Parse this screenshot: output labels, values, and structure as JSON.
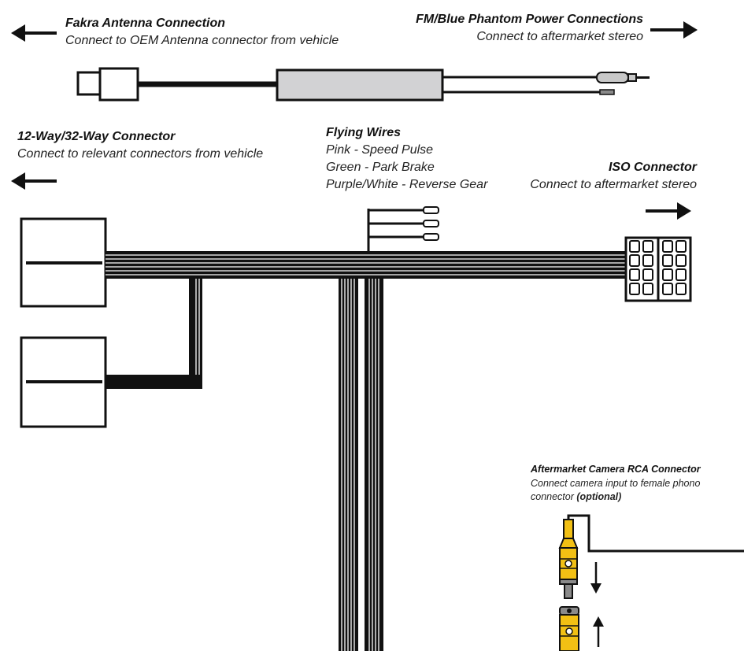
{
  "fakra": {
    "title": "Fakra Antenna Connection",
    "subtitle": "Connect to OEM Antenna connector from vehicle"
  },
  "fm_blue": {
    "title": "FM/Blue Phantom Power Connections",
    "subtitle": "Connect to aftermarket stereo"
  },
  "way_connector": {
    "title": "12-Way/32-Way Connector",
    "subtitle": "Connect to relevant connectors from vehicle"
  },
  "flying_wires": {
    "title": "Flying Wires",
    "lines": [
      "Pink - Speed Pulse",
      "Green - Park Brake",
      "Purple/White - Reverse Gear"
    ]
  },
  "iso": {
    "title": "ISO Connector",
    "subtitle": "Connect to aftermarket stereo"
  },
  "camera": {
    "title": "Aftermarket Camera RCA Connector",
    "subtitle_line1": "Connect camera input to female phono",
    "subtitle_line2": "connector",
    "optional": "(optional)"
  },
  "colors": {
    "ink": "#111111",
    "antenna_box": "#d2d2d4",
    "rca_yellow": "#f2c014",
    "rca_grey": "#8a8a8a"
  }
}
